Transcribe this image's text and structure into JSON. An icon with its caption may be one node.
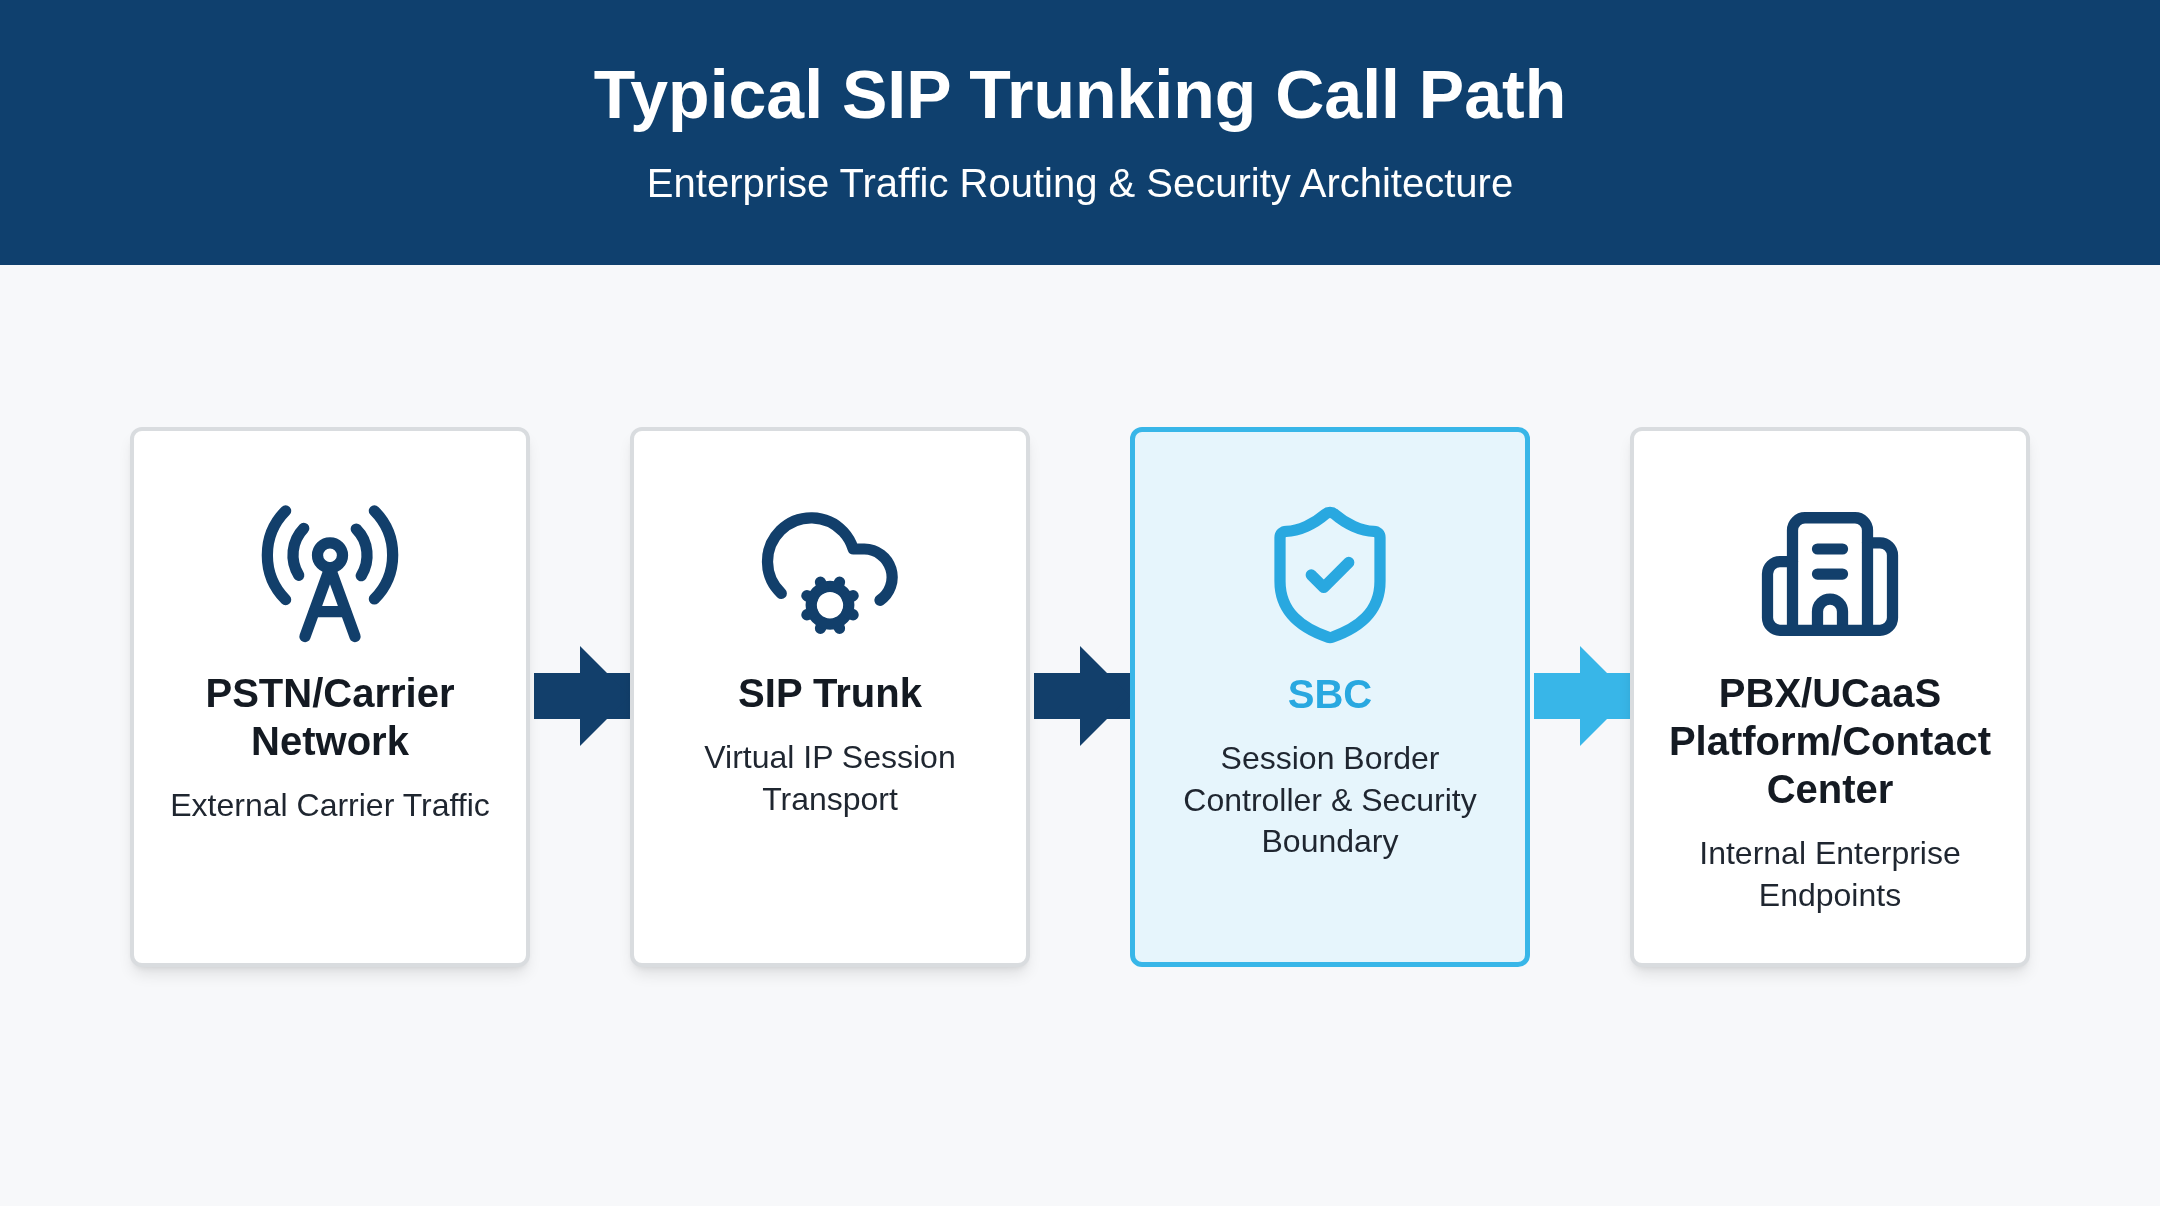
{
  "diagram": {
    "title": "Typical SIP Trunking Call Path",
    "caption": "Enterprise Traffic Routing & Security Architecture",
    "nodes": [
      {
        "text": [
          "PSTN/Carrier Network",
          "External Carrier Traffic"
        ]
      },
      {
        "text": [
          "SIP Trunk",
          "Virtual IP Session Transport"
        ]
      },
      {
        "text": [
          "SBC",
          "Session Border Controller & Security Boundary"
        ]
      },
      {
        "text": [
          "PBX/UCaaS Platform/Contact Center",
          "Internal Enterprise Endpoints"
        ]
      }
    ],
    "edges": [
      {
        "from": 0,
        "to": 1,
        "arrow": "to"
      },
      {
        "from": 1,
        "to": 2,
        "arrow": "to"
      },
      {
        "from": 2,
        "to": 3,
        "arrow": "to",
        "color": "#38b6e8"
      }
    ]
  }
}
